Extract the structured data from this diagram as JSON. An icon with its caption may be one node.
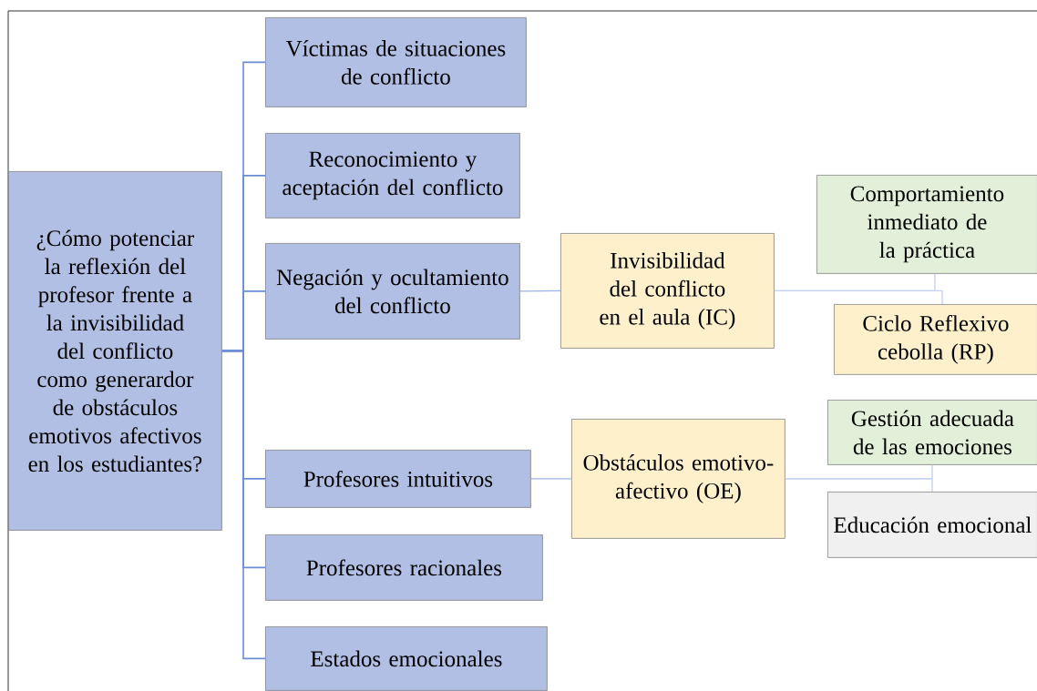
{
  "diagram": {
    "nodes": [
      {
        "text": [
          "¿Cómo potenciar la reflexión del profesor frente a la invisibilidad del conflicto como generardor de obstáculos emotivos afectivos en los estudiantes?"
        ]
      },
      {
        "text": [
          "Víctimas de situaciones de conflicto"
        ]
      },
      {
        "text": [
          "Reconocimiento y aceptación del conflicto"
        ]
      },
      {
        "text": [
          "Negación y ocultamiento del conflicto"
        ]
      },
      {
        "text": [
          "Profesores intuitivos"
        ]
      },
      {
        "text": [
          "Profesores racionales"
        ]
      },
      {
        "text": [
          "Estados emocionales"
        ]
      },
      {
        "text": [
          "Invisibilidad del conflicto en el aula (IC)"
        ]
      },
      {
        "text": [
          "Comportamiento inmediato de la práctica"
        ]
      },
      {
        "text": [
          "Ciclo Reflexivo cebolla (RP)"
        ]
      },
      {
        "text": [
          "Obstáculos emotivo-afectivo (OE)"
        ]
      },
      {
        "text": [
          "Gestión adecuada de las emociones"
        ]
      },
      {
        "text": [
          "Educación emocional"
        ]
      }
    ],
    "edges": [
      {
        "from": 0,
        "to": 1,
        "arrow": "none"
      },
      {
        "from": 0,
        "to": 2,
        "arrow": "none"
      },
      {
        "from": 0,
        "to": 3,
        "arrow": "none"
      },
      {
        "from": 0,
        "to": 4,
        "arrow": "none"
      },
      {
        "from": 0,
        "to": 5,
        "arrow": "none"
      },
      {
        "from": 0,
        "to": 6,
        "arrow": "none"
      },
      {
        "from": 3,
        "to": 7,
        "arrow": "none",
        "color": "#9db3e6"
      },
      {
        "from": 7,
        "to": 8,
        "arrow": "none",
        "color": "#c5d3f0"
      },
      {
        "from": 7,
        "to": 9,
        "arrow": "none",
        "color": "#c5d3f0"
      },
      {
        "from": 4,
        "to": 10,
        "arrow": "none",
        "color": "#9db3e6"
      },
      {
        "from": 10,
        "to": 11,
        "arrow": "none",
        "color": "#c5d3f0"
      },
      {
        "from": 10,
        "to": 12,
        "arrow": "none",
        "color": "#c5d3f0"
      }
    ]
  }
}
